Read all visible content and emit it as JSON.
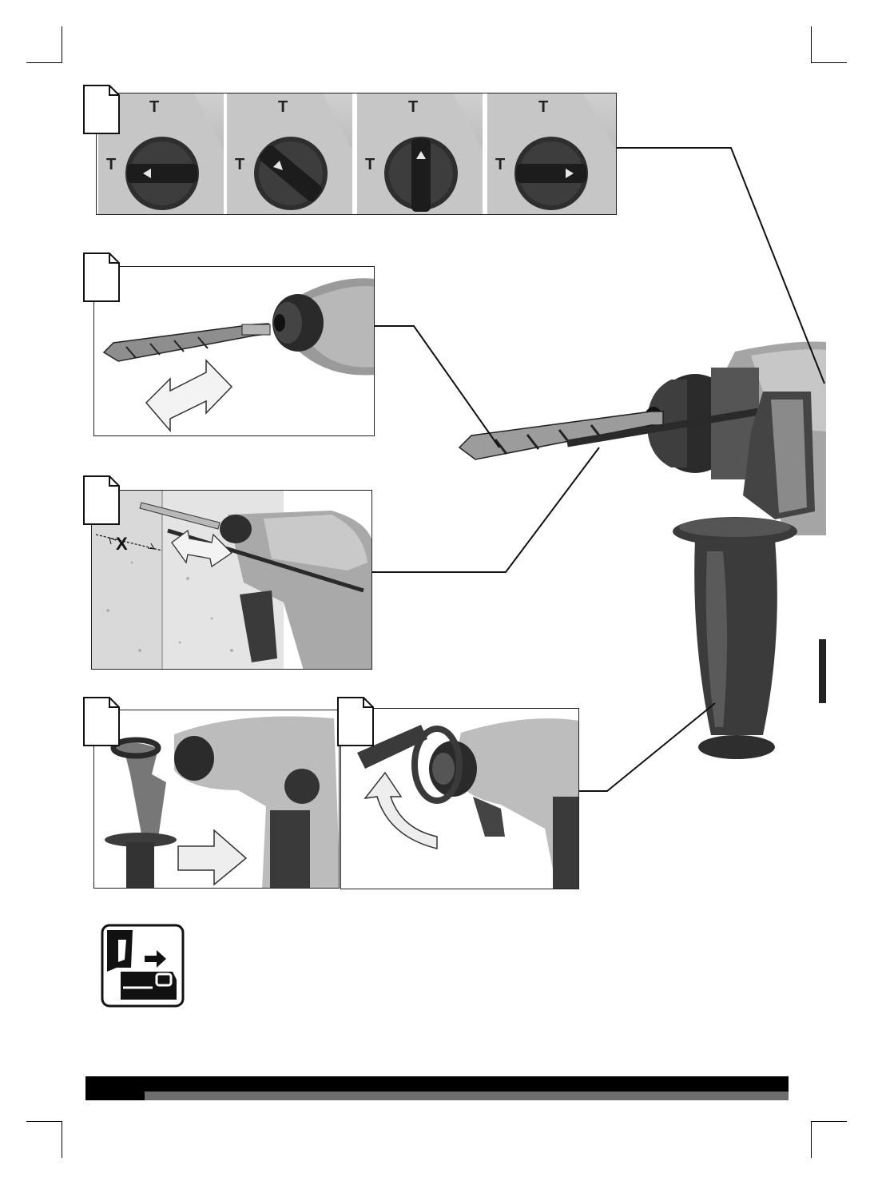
{
  "figures": [
    {
      "id": "1",
      "label": ""
    },
    {
      "id": "2",
      "label": ""
    },
    {
      "id": "3",
      "label": ""
    },
    {
      "id": "4",
      "label": ""
    },
    {
      "id": "5",
      "label": ""
    }
  ],
  "mode_selector": {
    "top_symbol": "T",
    "side_symbol": "T",
    "positions": [
      "drill-only",
      "chisel-adjust",
      "hammer-drill",
      "chisel"
    ]
  },
  "depth_marker": "X",
  "page_number": "",
  "colors": {
    "ink": "#111111",
    "tool_dark": "#3a3a3a",
    "tool_mid": "#8a8a8a",
    "tool_light": "#cfcfcf",
    "footer_grey": "#6d6d6d"
  },
  "icons": [
    "battery-removal-icon",
    "double-arrow-icon",
    "push-arrow-icon",
    "rotate-arrow-icon",
    "mode-selector-icon"
  ]
}
